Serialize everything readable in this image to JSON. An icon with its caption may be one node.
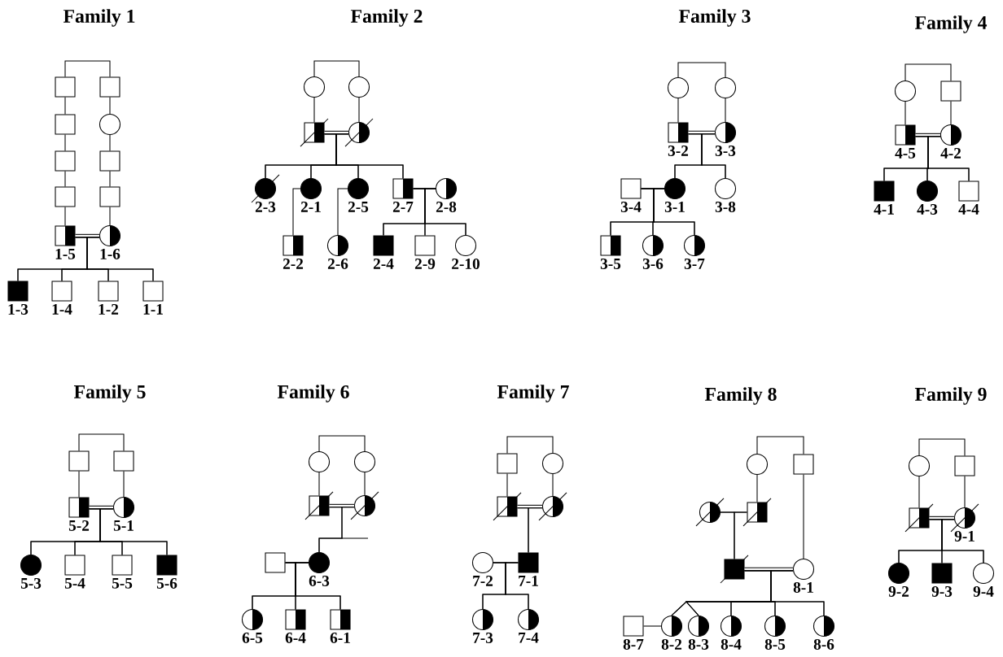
{
  "diagram": {
    "nodes": [
      {
        "text": [],
        "shape": "box"
      },
      {
        "text": [],
        "shape": "box"
      },
      {
        "text": [],
        "shape": "box"
      },
      {
        "text": [],
        "shape": "circle"
      },
      {
        "text": [],
        "shape": "box"
      },
      {
        "text": [],
        "shape": "box"
      },
      {
        "text": [],
        "shape": "box"
      },
      {
        "text": [],
        "shape": "box"
      },
      {
        "text": [],
        "shape": "box",
        "beside": [
          "1-5"
        ]
      },
      {
        "text": [],
        "shape": "circle",
        "beside": [
          "1-6"
        ]
      },
      {
        "text": [],
        "shape": "box",
        "beside": [
          "1-3"
        ]
      },
      {
        "text": [],
        "shape": "box",
        "beside": [
          "1-4"
        ]
      },
      {
        "text": [],
        "shape": "box",
        "beside": [
          "1-2"
        ]
      },
      {
        "text": [],
        "shape": "box",
        "beside": [
          "1-1"
        ]
      },
      {
        "text": [],
        "shape": "circle"
      },
      {
        "text": [],
        "shape": "circle"
      },
      {
        "text": [],
        "shape": "box"
      },
      {
        "text": [],
        "shape": "circle"
      },
      {
        "text": [],
        "shape": "circle",
        "beside": [
          "2-3"
        ]
      },
      {
        "text": [],
        "shape": "circle",
        "beside": [
          "2-1"
        ]
      },
      {
        "text": [],
        "shape": "circle",
        "beside": [
          "2-5"
        ]
      },
      {
        "text": [],
        "shape": "box",
        "beside": [
          "2-7"
        ]
      },
      {
        "text": [],
        "shape": "circle",
        "beside": [
          "2-8"
        ]
      },
      {
        "text": [],
        "shape": "box",
        "beside": [
          "2-2"
        ]
      },
      {
        "text": [],
        "shape": "circle",
        "beside": [
          "2-6"
        ]
      },
      {
        "text": [],
        "shape": "box",
        "beside": [
          "2-4"
        ]
      },
      {
        "text": [],
        "shape": "box",
        "beside": [
          "2-9"
        ]
      },
      {
        "text": [],
        "shape": "circle",
        "beside": [
          "2-10"
        ]
      },
      {
        "text": [],
        "shape": "circle"
      },
      {
        "text": [],
        "shape": "circle"
      },
      {
        "text": [],
        "shape": "box",
        "beside": [
          "3-2"
        ]
      },
      {
        "text": [],
        "shape": "circle",
        "beside": [
          "3-3"
        ]
      },
      {
        "text": [],
        "shape": "box",
        "beside": [
          "3-4"
        ]
      },
      {
        "text": [],
        "shape": "circle",
        "beside": [
          "3-1"
        ]
      },
      {
        "text": [],
        "shape": "circle",
        "beside": [
          "3-8"
        ]
      },
      {
        "text": [],
        "shape": "box",
        "beside": [
          "3-5"
        ]
      },
      {
        "text": [],
        "shape": "circle",
        "beside": [
          "3-6"
        ]
      },
      {
        "text": [],
        "shape": "circle",
        "beside": [
          "3-7"
        ]
      },
      {
        "text": [],
        "shape": "circle"
      },
      {
        "text": [],
        "shape": "box"
      },
      {
        "text": [],
        "shape": "box",
        "beside": [
          "4-5"
        ]
      },
      {
        "text": [],
        "shape": "circle",
        "beside": [
          "4-2"
        ]
      },
      {
        "text": [],
        "shape": "box",
        "beside": [
          "4-1"
        ]
      },
      {
        "text": [],
        "shape": "circle",
        "beside": [
          "4-3"
        ]
      },
      {
        "text": [],
        "shape": "box",
        "beside": [
          "4-4"
        ]
      },
      {
        "text": [],
        "shape": "box"
      },
      {
        "text": [],
        "shape": "box"
      },
      {
        "text": [],
        "shape": "box",
        "beside": [
          "5-2"
        ]
      },
      {
        "text": [],
        "shape": "circle",
        "beside": [
          "5-1"
        ]
      },
      {
        "text": [],
        "shape": "circle",
        "beside": [
          "5-3"
        ]
      },
      {
        "text": [],
        "shape": "box",
        "beside": [
          "5-4"
        ]
      },
      {
        "text": [],
        "shape": "box",
        "beside": [
          "5-5"
        ]
      },
      {
        "text": [],
        "shape": "box",
        "beside": [
          "5-6"
        ]
      },
      {
        "text": [],
        "shape": "circle"
      },
      {
        "text": [],
        "shape": "circle"
      },
      {
        "text": [],
        "shape": "box"
      },
      {
        "text": [],
        "shape": "circle"
      },
      {
        "text": [],
        "shape": "box"
      },
      {
        "text": [],
        "shape": "circle",
        "beside": [
          "6-3"
        ]
      },
      {
        "text": [],
        "shape": "circle",
        "beside": [
          "6-5"
        ]
      },
      {
        "text": [],
        "shape": "box",
        "beside": [
          "6-4"
        ]
      },
      {
        "text": [],
        "shape": "box",
        "beside": [
          "6-1"
        ]
      },
      {
        "text": [],
        "shape": "box"
      },
      {
        "text": [],
        "shape": "circle"
      },
      {
        "text": [],
        "shape": "box"
      },
      {
        "text": [],
        "shape": "circle"
      },
      {
        "text": [],
        "shape": "circle",
        "beside": [
          "7-2"
        ]
      },
      {
        "text": [],
        "shape": "box",
        "beside": [
          "7-1"
        ]
      },
      {
        "text": [],
        "shape": "circle",
        "beside": [
          "7-3"
        ]
      },
      {
        "text": [],
        "shape": "circle",
        "beside": [
          "7-4"
        ]
      },
      {
        "text": [],
        "shape": "circle"
      },
      {
        "text": [],
        "shape": "box"
      },
      {
        "text": [],
        "shape": "circle"
      },
      {
        "text": [],
        "shape": "box"
      },
      {
        "text": [],
        "shape": "box"
      },
      {
        "text": [],
        "shape": "circle",
        "beside": [
          "8-1"
        ]
      },
      {
        "text": [],
        "shape": "box",
        "beside": [
          "8-7"
        ]
      },
      {
        "text": [],
        "shape": "circle",
        "beside": [
          "8-2"
        ]
      },
      {
        "text": [],
        "shape": "circle",
        "beside": [
          "8-3"
        ]
      },
      {
        "text": [],
        "shape": "circle",
        "beside": [
          "8-4"
        ]
      },
      {
        "text": [],
        "shape": "circle",
        "beside": [
          "8-5"
        ]
      },
      {
        "text": [],
        "shape": "circle",
        "beside": [
          "8-6"
        ]
      },
      {
        "text": [],
        "shape": "circle"
      },
      {
        "text": [],
        "shape": "box"
      },
      {
        "text": [],
        "shape": "box"
      },
      {
        "text": [],
        "shape": "circle",
        "beside": [
          "9-1"
        ]
      },
      {
        "text": [],
        "shape": "circle",
        "beside": [
          "9-2"
        ]
      },
      {
        "text": [],
        "shape": "box",
        "beside": [
          "9-3"
        ]
      },
      {
        "text": [],
        "shape": "circle",
        "beside": [
          "9-4"
        ]
      }
    ],
    "edges": [
      {
        "from": 0,
        "to": 1,
        "arrow": "none"
      },
      {
        "from": 0,
        "to": 2,
        "arrow": "none"
      },
      {
        "from": 2,
        "to": 4,
        "arrow": "none"
      },
      {
        "from": 4,
        "to": 6,
        "arrow": "none"
      },
      {
        "from": 6,
        "to": 8,
        "arrow": "none"
      },
      {
        "from": 1,
        "to": 3,
        "arrow": "none"
      },
      {
        "from": 3,
        "to": 5,
        "arrow": "none"
      },
      {
        "from": 5,
        "to": 7,
        "arrow": "none"
      },
      {
        "from": 7,
        "to": 9,
        "arrow": "none"
      },
      {
        "from": 8,
        "to": 9,
        "arrow": "none",
        "style": "thick"
      },
      {
        "from": 8,
        "to": 10,
        "arrow": "none"
      },
      {
        "from": 9,
        "to": 10,
        "arrow": "none"
      },
      {
        "from": 8,
        "to": 11,
        "arrow": "none"
      },
      {
        "from": 9,
        "to": 11,
        "arrow": "none"
      },
      {
        "from": 8,
        "to": 12,
        "arrow": "none"
      },
      {
        "from": 9,
        "to": 12,
        "arrow": "none"
      },
      {
        "from": 8,
        "to": 13,
        "arrow": "none"
      },
      {
        "from": 9,
        "to": 13,
        "arrow": "none"
      },
      {
        "from": 14,
        "to": 15,
        "arrow": "none"
      },
      {
        "from": 14,
        "to": 16,
        "arrow": "none"
      },
      {
        "from": 15,
        "to": 17,
        "arrow": "none"
      },
      {
        "from": 16,
        "to": 17,
        "arrow": "none",
        "style": "thick"
      },
      {
        "from": 16,
        "to": 18,
        "arrow": "none"
      },
      {
        "from": 17,
        "to": 18,
        "arrow": "none"
      },
      {
        "from": 16,
        "to": 19,
        "arrow": "none"
      },
      {
        "from": 17,
        "to": 19,
        "arrow": "none"
      },
      {
        "from": 16,
        "to": 20,
        "arrow": "none"
      },
      {
        "from": 17,
        "to": 20,
        "arrow": "none"
      },
      {
        "from": 16,
        "to": 21,
        "arrow": "none"
      },
      {
        "from": 17,
        "to": 21,
        "arrow": "none"
      },
      {
        "from": 21,
        "to": 22,
        "arrow": "none"
      },
      {
        "from": 19,
        "to": 23,
        "arrow": "none"
      },
      {
        "from": 20,
        "to": 24,
        "arrow": "none"
      },
      {
        "from": 21,
        "to": 25,
        "arrow": "none"
      },
      {
        "from": 22,
        "to": 25,
        "arrow": "none"
      },
      {
        "from": 21,
        "to": 26,
        "arrow": "none"
      },
      {
        "from": 22,
        "to": 26,
        "arrow": "none"
      },
      {
        "from": 21,
        "to": 27,
        "arrow": "none"
      },
      {
        "from": 22,
        "to": 27,
        "arrow": "none"
      },
      {
        "from": 28,
        "to": 29,
        "arrow": "none"
      },
      {
        "from": 28,
        "to": 30,
        "arrow": "none"
      },
      {
        "from": 29,
        "to": 31,
        "arrow": "none"
      },
      {
        "from": 30,
        "to": 31,
        "arrow": "none",
        "style": "thick"
      },
      {
        "from": 30,
        "to": 33,
        "arrow": "none"
      },
      {
        "from": 31,
        "to": 33,
        "arrow": "none"
      },
      {
        "from": 30,
        "to": 34,
        "arrow": "none"
      },
      {
        "from": 31,
        "to": 34,
        "arrow": "none"
      },
      {
        "from": 32,
        "to": 33,
        "arrow": "none"
      },
      {
        "from": 32,
        "to": 35,
        "arrow": "none"
      },
      {
        "from": 33,
        "to": 35,
        "arrow": "none"
      },
      {
        "from": 32,
        "to": 36,
        "arrow": "none"
      },
      {
        "from": 33,
        "to": 36,
        "arrow": "none"
      },
      {
        "from": 32,
        "to": 37,
        "arrow": "none"
      },
      {
        "from": 33,
        "to": 37,
        "arrow": "none"
      },
      {
        "from": 38,
        "to": 39,
        "arrow": "none"
      },
      {
        "from": 38,
        "to": 40,
        "arrow": "none"
      },
      {
        "from": 39,
        "to": 41,
        "arrow": "none"
      },
      {
        "from": 40,
        "to": 41,
        "arrow": "none",
        "style": "thick"
      },
      {
        "from": 40,
        "to": 42,
        "arrow": "none"
      },
      {
        "from": 41,
        "to": 42,
        "arrow": "none"
      },
      {
        "from": 40,
        "to": 43,
        "arrow": "none"
      },
      {
        "from": 41,
        "to": 43,
        "arrow": "none"
      },
      {
        "from": 40,
        "to": 44,
        "arrow": "none"
      },
      {
        "from": 41,
        "to": 44,
        "arrow": "none"
      },
      {
        "from": 45,
        "to": 46,
        "arrow": "none"
      },
      {
        "from": 45,
        "to": 47,
        "arrow": "none"
      },
      {
        "from": 46,
        "to": 48,
        "arrow": "none"
      },
      {
        "from": 47,
        "to": 48,
        "arrow": "none",
        "style": "thick"
      },
      {
        "from": 47,
        "to": 49,
        "arrow": "none"
      },
      {
        "from": 48,
        "to": 49,
        "arrow": "none"
      },
      {
        "from": 47,
        "to": 50,
        "arrow": "none"
      },
      {
        "from": 48,
        "to": 50,
        "arrow": "none"
      },
      {
        "from": 47,
        "to": 51,
        "arrow": "none"
      },
      {
        "from": 48,
        "to": 51,
        "arrow": "none"
      },
      {
        "from": 47,
        "to": 52,
        "arrow": "none"
      },
      {
        "from": 48,
        "to": 52,
        "arrow": "none"
      },
      {
        "from": 53,
        "to": 54,
        "arrow": "none"
      },
      {
        "from": 53,
        "to": 55,
        "arrow": "none"
      },
      {
        "from": 54,
        "to": 56,
        "arrow": "none"
      },
      {
        "from": 55,
        "to": 56,
        "arrow": "none",
        "style": "thick"
      },
      {
        "from": 55,
        "to": 58,
        "arrow": "none"
      },
      {
        "from": 56,
        "to": 58,
        "arrow": "none"
      },
      {
        "from": 57,
        "to": 58,
        "arrow": "none"
      },
      {
        "from": 57,
        "to": 59,
        "arrow": "none"
      },
      {
        "from": 58,
        "to": 59,
        "arrow": "none"
      },
      {
        "from": 57,
        "to": 60,
        "arrow": "none"
      },
      {
        "from": 58,
        "to": 60,
        "arrow": "none"
      },
      {
        "from": 57,
        "to": 61,
        "arrow": "none"
      },
      {
        "from": 58,
        "to": 61,
        "arrow": "none"
      },
      {
        "from": 62,
        "to": 63,
        "arrow": "none"
      },
      {
        "from": 62,
        "to": 64,
        "arrow": "none"
      },
      {
        "from": 63,
        "to": 65,
        "arrow": "none"
      },
      {
        "from": 64,
        "to": 65,
        "arrow": "none",
        "style": "thick"
      },
      {
        "from": 64,
        "to": 67,
        "arrow": "none"
      },
      {
        "from": 65,
        "to": 67,
        "arrow": "none"
      },
      {
        "from": 66,
        "to": 67,
        "arrow": "none"
      },
      {
        "from": 66,
        "to": 68,
        "arrow": "none"
      },
      {
        "from": 67,
        "to": 68,
        "arrow": "none"
      },
      {
        "from": 66,
        "to": 69,
        "arrow": "none"
      },
      {
        "from": 67,
        "to": 69,
        "arrow": "none"
      },
      {
        "from": 70,
        "to": 71,
        "arrow": "none"
      },
      {
        "from": 70,
        "to": 73,
        "arrow": "none"
      },
      {
        "from": 71,
        "to": 75,
        "arrow": "none"
      },
      {
        "from": 72,
        "to": 73,
        "arrow": "none"
      },
      {
        "from": 72,
        "to": 74,
        "arrow": "none"
      },
      {
        "from": 73,
        "to": 74,
        "arrow": "none"
      },
      {
        "from": 74,
        "to": 75,
        "arrow": "none",
        "style": "thick"
      },
      {
        "from": 76,
        "to": 77,
        "arrow": "none"
      },
      {
        "from": 74,
        "to": 77,
        "arrow": "none"
      },
      {
        "from": 75,
        "to": 77,
        "arrow": "none"
      },
      {
        "from": 74,
        "to": 78,
        "arrow": "none"
      },
      {
        "from": 75,
        "to": 78,
        "arrow": "none"
      },
      {
        "from": 74,
        "to": 79,
        "arrow": "none"
      },
      {
        "from": 75,
        "to": 79,
        "arrow": "none"
      },
      {
        "from": 74,
        "to": 80,
        "arrow": "none"
      },
      {
        "from": 75,
        "to": 80,
        "arrow": "none"
      },
      {
        "from": 74,
        "to": 81,
        "arrow": "none"
      },
      {
        "from": 75,
        "to": 81,
        "arrow": "none"
      },
      {
        "from": 82,
        "to": 83,
        "arrow": "none"
      },
      {
        "from": 82,
        "to": 84,
        "arrow": "none"
      },
      {
        "from": 83,
        "to": 85,
        "arrow": "none"
      },
      {
        "from": 84,
        "to": 85,
        "arrow": "none",
        "style": "thick"
      },
      {
        "from": 84,
        "to": 86,
        "arrow": "none"
      },
      {
        "from": 85,
        "to": 86,
        "arrow": "none"
      },
      {
        "from": 84,
        "to": 87,
        "arrow": "none"
      },
      {
        "from": 85,
        "to": 87,
        "arrow": "none"
      },
      {
        "from": 84,
        "to": 88,
        "arrow": "none"
      },
      {
        "from": 85,
        "to": 88,
        "arrow": "none"
      }
    ],
    "labels": [
      "Family 1",
      "Family 2",
      "Family 3",
      "Family 4",
      "Family 5",
      "Family 6",
      "Family 7",
      "Family 8",
      "Family 9"
    ]
  }
}
